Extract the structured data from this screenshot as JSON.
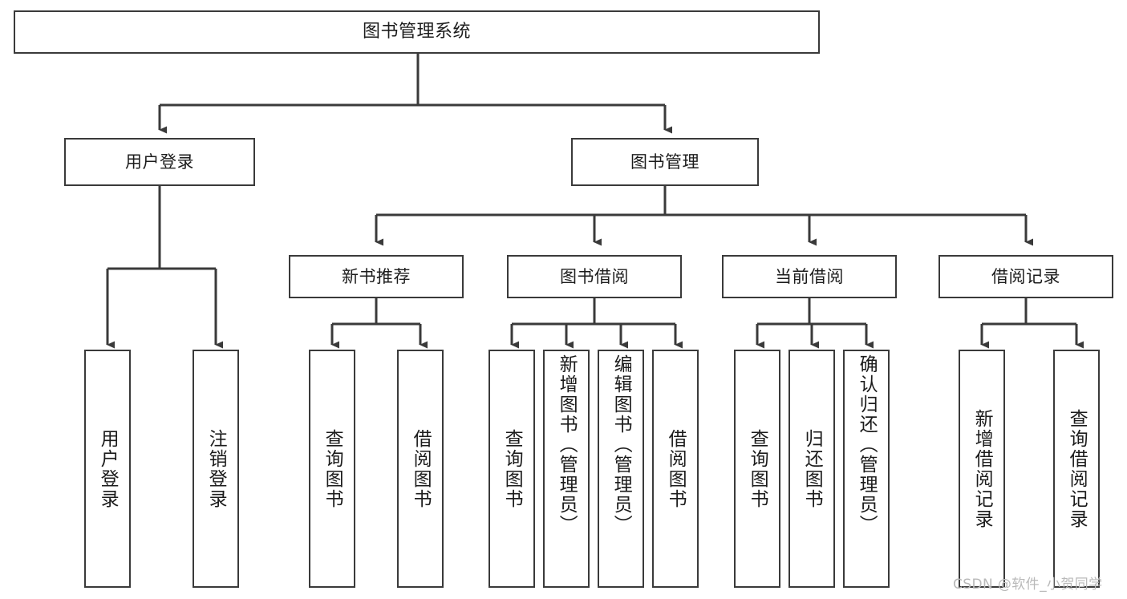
{
  "diagram": {
    "type": "tree",
    "title": "图书管理系统",
    "orientation": "top-down",
    "stroke_color": "#3a3a3a",
    "background_color": "#ffffff",
    "text_color": "#1c1c1c",
    "levels": 4
  },
  "nodes": {
    "root": {
      "label": "图书管理系统"
    },
    "level2": [
      {
        "id": "user-login",
        "label": "用户登录"
      },
      {
        "id": "book-management",
        "label": "图书管理"
      }
    ],
    "level3": [
      {
        "id": "new-book-recommend",
        "label": "新书推荐"
      },
      {
        "id": "book-borrow",
        "label": "图书借阅"
      },
      {
        "id": "current-borrow",
        "label": "当前借阅"
      },
      {
        "id": "borrow-record",
        "label": "借阅记录"
      }
    ],
    "leaves": {
      "user_login": [
        {
          "id": "leaf-user-login",
          "label": "用户登录"
        },
        {
          "id": "leaf-logout-login",
          "label": "注销登录"
        }
      ],
      "new_book_recommend": [
        {
          "id": "leaf-query-book-1",
          "label": "查询图书"
        },
        {
          "id": "leaf-borrow-book-1",
          "label": "借阅图书"
        }
      ],
      "book_borrow": [
        {
          "id": "leaf-query-book-2",
          "label": "查询图书"
        },
        {
          "id": "leaf-add-book",
          "label": "新增图书（管理员）"
        },
        {
          "id": "leaf-edit-book",
          "label": "编辑图书（管理员）"
        },
        {
          "id": "leaf-borrow-book-2",
          "label": "借阅图书"
        }
      ],
      "current_borrow": [
        {
          "id": "leaf-query-book-3",
          "label": "查询图书"
        },
        {
          "id": "leaf-return-book",
          "label": "归还图书"
        },
        {
          "id": "leaf-confirm-return",
          "label": "确认归还（管理员）"
        }
      ],
      "borrow_record": [
        {
          "id": "leaf-add-record",
          "label": "新增借阅记录"
        },
        {
          "id": "leaf-query-record",
          "label": "查询借阅记录"
        }
      ]
    }
  },
  "watermark": {
    "text": "CSDN @软件_小贺同学"
  }
}
